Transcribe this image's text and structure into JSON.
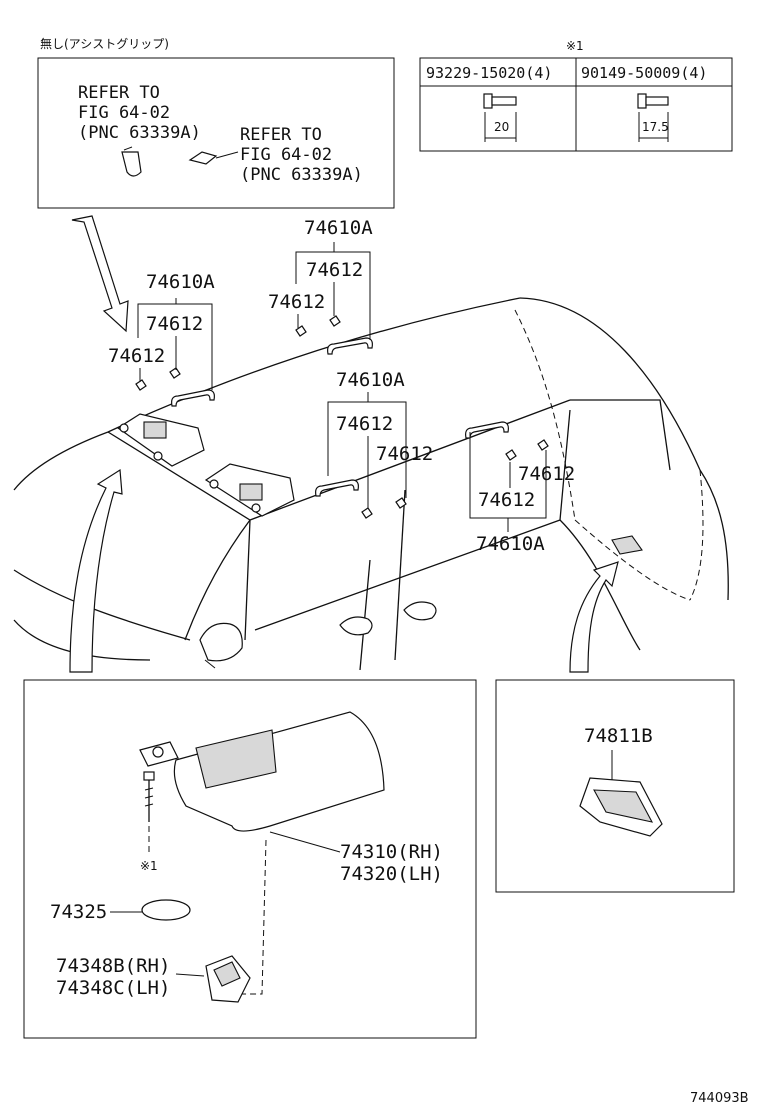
{
  "header_note": "無し(アシストグリップ)",
  "asterisk_mark": "※1",
  "refer_box": {
    "ref1": [
      "REFER TO",
      "FIG 64-02",
      "(PNC 63339A)"
    ],
    "ref2": [
      "REFER TO",
      "FIG 64-02",
      "(PNC 63339A)"
    ]
  },
  "fastener_table": {
    "col1_part": "93229-15020(4)",
    "col2_part": "90149-50009(4)",
    "col1_dim": "20",
    "col2_dim": "17.5"
  },
  "labels": {
    "grip_a": "74610A",
    "clip": "74612",
    "visor_rh": "74310(RH)",
    "visor_lh": "74320(LH)",
    "mirror_cover": "74325",
    "holder_rh": "74348B(RH)",
    "holder_lh": "74348C(LH)",
    "screw_ref": "※1",
    "lamp": "74811B"
  },
  "figure_code": "744093B"
}
